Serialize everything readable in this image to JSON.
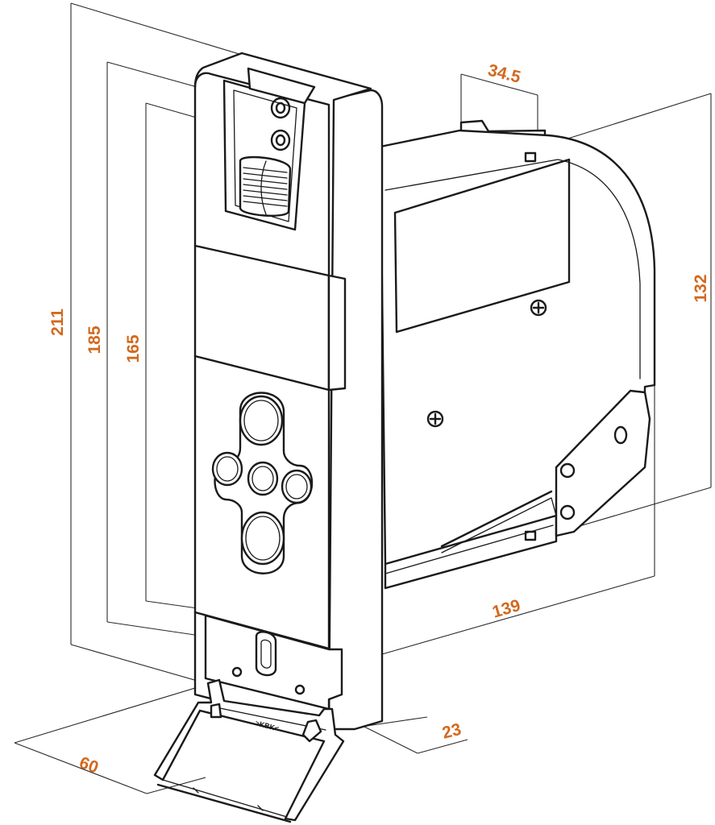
{
  "colors": {
    "dimension_text": "#d2691e",
    "outline": "#1a1a1a",
    "dimension_line": "#2a2a2a"
  },
  "dimensions": {
    "height_total": "211",
    "height_mid": "185",
    "height_inner": "165",
    "housing_height": "132",
    "depth_top": "34.5",
    "length": "139",
    "faceplate_depth": "23",
    "width": "60"
  },
  "labels": {
    "strap_mark": ">KBK<"
  }
}
